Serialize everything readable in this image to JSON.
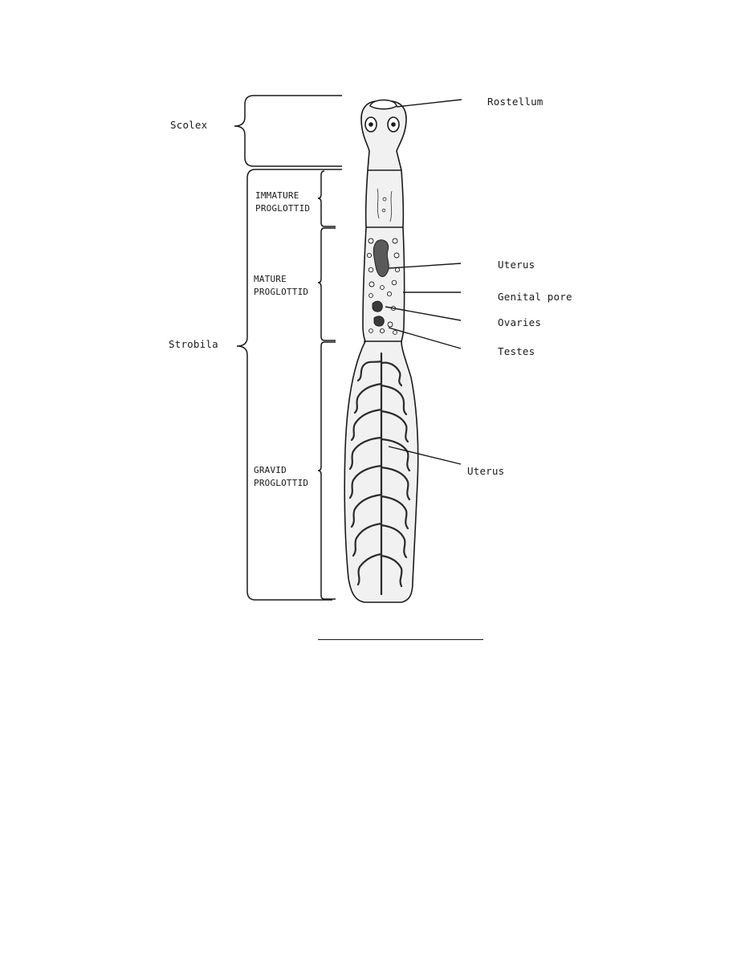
{
  "figure": {
    "labels": {
      "scolex": "Scolex",
      "strobila": "Strobila",
      "immature": "IMMATURE\nPROGLOTTID",
      "mature": "MATURE\nPROGLOTTID",
      "gravid": "GRAVID\nPROGLOTTID",
      "rostellum": "Rostellum",
      "uterus_mature": "Uterus",
      "genital_pore": "Genital pore",
      "ovaries": "Ovaries",
      "testes": "Testes",
      "uterus_gravid": "Uterus"
    },
    "colors": {
      "ink": "#1a1a1a",
      "body_fill": "#f1f1f1",
      "organ_fill": "#5a5a5a"
    }
  },
  "caption": {
    "underline": true
  }
}
